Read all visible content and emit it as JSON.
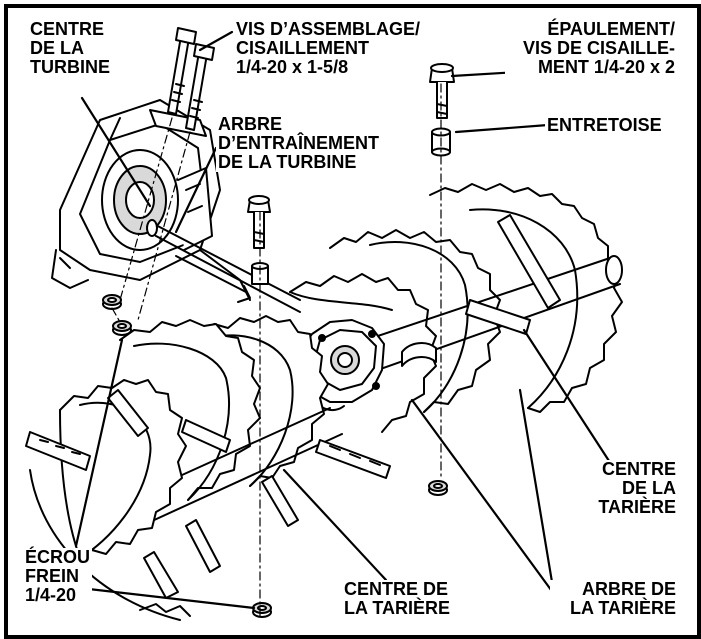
{
  "labels": {
    "turbine_center": [
      "CENTRE",
      "DE LA",
      "TURBINE"
    ],
    "assembly_screw": [
      "VIS D’ASSEMBLAGE/",
      "CISAILLEMENT",
      "1/4-20 x 1-5/8"
    ],
    "shoulder_screw": [
      "ÉPAULEMENT/",
      "VIS DE CISAILLE-",
      "MENT 1/4-20 x 2"
    ],
    "turbine_drive_shaft": [
      "ARBRE",
      "D’ENTRAÎNEMENT",
      "DE LA TURBINE"
    ],
    "spacer": [
      "ENTRETOISE"
    ],
    "auger_center_right": [
      "CENTRE",
      "DE LA",
      "TARIÈRE"
    ],
    "lock_nut": [
      "ÉCROU",
      "FREIN",
      "1/4-20"
    ],
    "auger_center_bottom": [
      "CENTRE DE",
      "LA TARIÈRE"
    ],
    "auger_shaft": [
      "ARBRE DE",
      "LA TARIÈRE"
    ]
  },
  "colors": {
    "line": "#000000",
    "background": "#ffffff",
    "shade": "#d9d9d9"
  }
}
